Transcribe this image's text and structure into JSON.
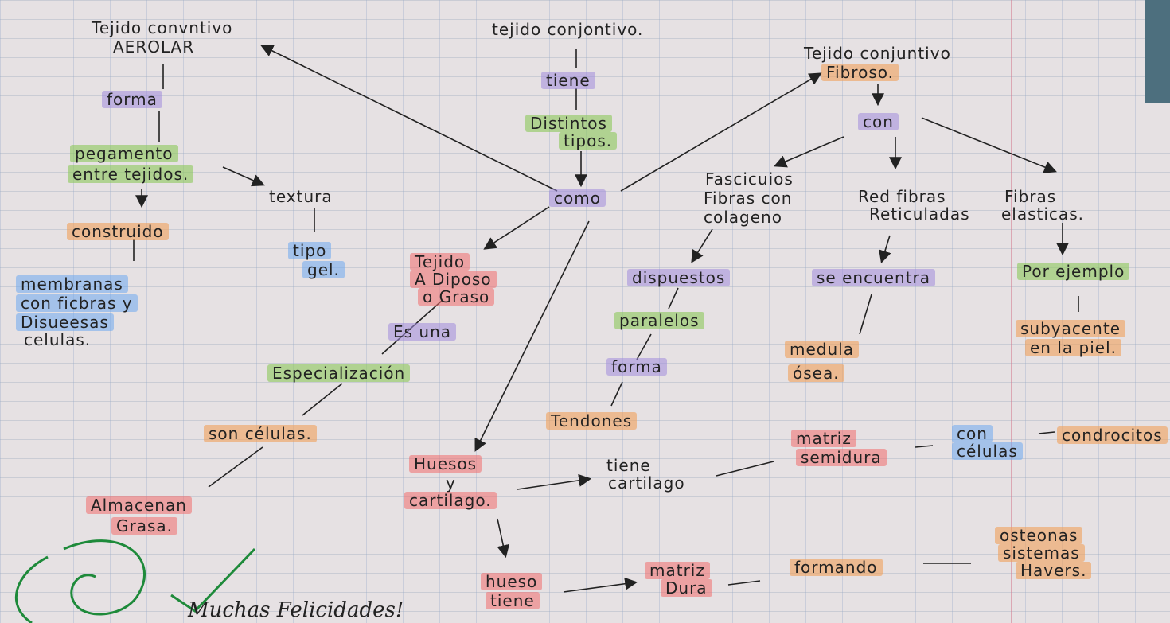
{
  "nodes": {
    "aerolar_1": "Tejido convntivo",
    "aerolar_2": "AEROLAR",
    "forma_a": "forma",
    "pegamento_1": "pegamento",
    "pegamento_2": "entre tejidos.",
    "construido": "construido",
    "membranas_1": "membranas",
    "membranas_2": "con ficbras y",
    "membranas_3": "Disueesas",
    "membranas_4": "celulas.",
    "textura": "textura",
    "tipo_1": "tipo",
    "tipo_2": "gel.",
    "top_title": "tejido conjontivo.",
    "tiene_top": "tiene",
    "distintos_1": "Distintos",
    "distintos_2": "tipos.",
    "como": "como",
    "adiposo_1": "Tejido",
    "adiposo_2": "A Diposo",
    "adiposo_3": "o Graso",
    "es_una": "Es una",
    "especializacion": "Especialización",
    "son_celulas": "son células.",
    "almacenan_1": "Almacenan",
    "almacenan_2": "Grasa.",
    "fibroso_1": "Tejido conjuntivo",
    "fibroso_2": "Fibroso.",
    "con_top": "con",
    "fasciculos_1": "Fascicuios",
    "fasciculos_2": "Fibras con",
    "fasciculos_3": "colageno",
    "red_1": "Red fibras",
    "red_2": "Reticuladas",
    "fibras_el_1": "Fibras",
    "fibras_el_2": "elasticas.",
    "dispuestos": "dispuestos",
    "paralelos": "paralelos",
    "forma_b": "forma",
    "tendones": "Tendones",
    "se_encuentra": "se encuentra",
    "medula_1": "medula",
    "medula_2": "ósea.",
    "por_ejemplo": "Por ejemplo",
    "subyacente_1": "subyacente",
    "subyacente_2": "en la piel.",
    "huesos_1": "Huesos",
    "huesos_2": "y",
    "huesos_3": "cartilago.",
    "tiene_cart_1": "tiene",
    "tiene_cart_2": "cartilago",
    "matriz_semi_1": "matriz",
    "matriz_semi_2": "semidura",
    "con_celulas_1": "con",
    "con_celulas_2": "células",
    "condrocitos": "condrocitos",
    "hueso_1": "hueso",
    "hueso_2": "tiene",
    "matriz_dura_1": "matriz",
    "matriz_dura_2": "Dura",
    "formando": "formando",
    "osteonas_1": "osteonas",
    "osteonas_2": "sistemas",
    "osteonas_3": "Havers.",
    "signature": "Muchas Felicidades!"
  },
  "colors": {
    "ink": "#222222",
    "purple": "#a08cdc",
    "green": "#8cc85a",
    "orange": "#f0a05a",
    "blue": "#6eaaf0",
    "red": "#f06e6e",
    "teacher_pen": "#1e8a3a"
  }
}
